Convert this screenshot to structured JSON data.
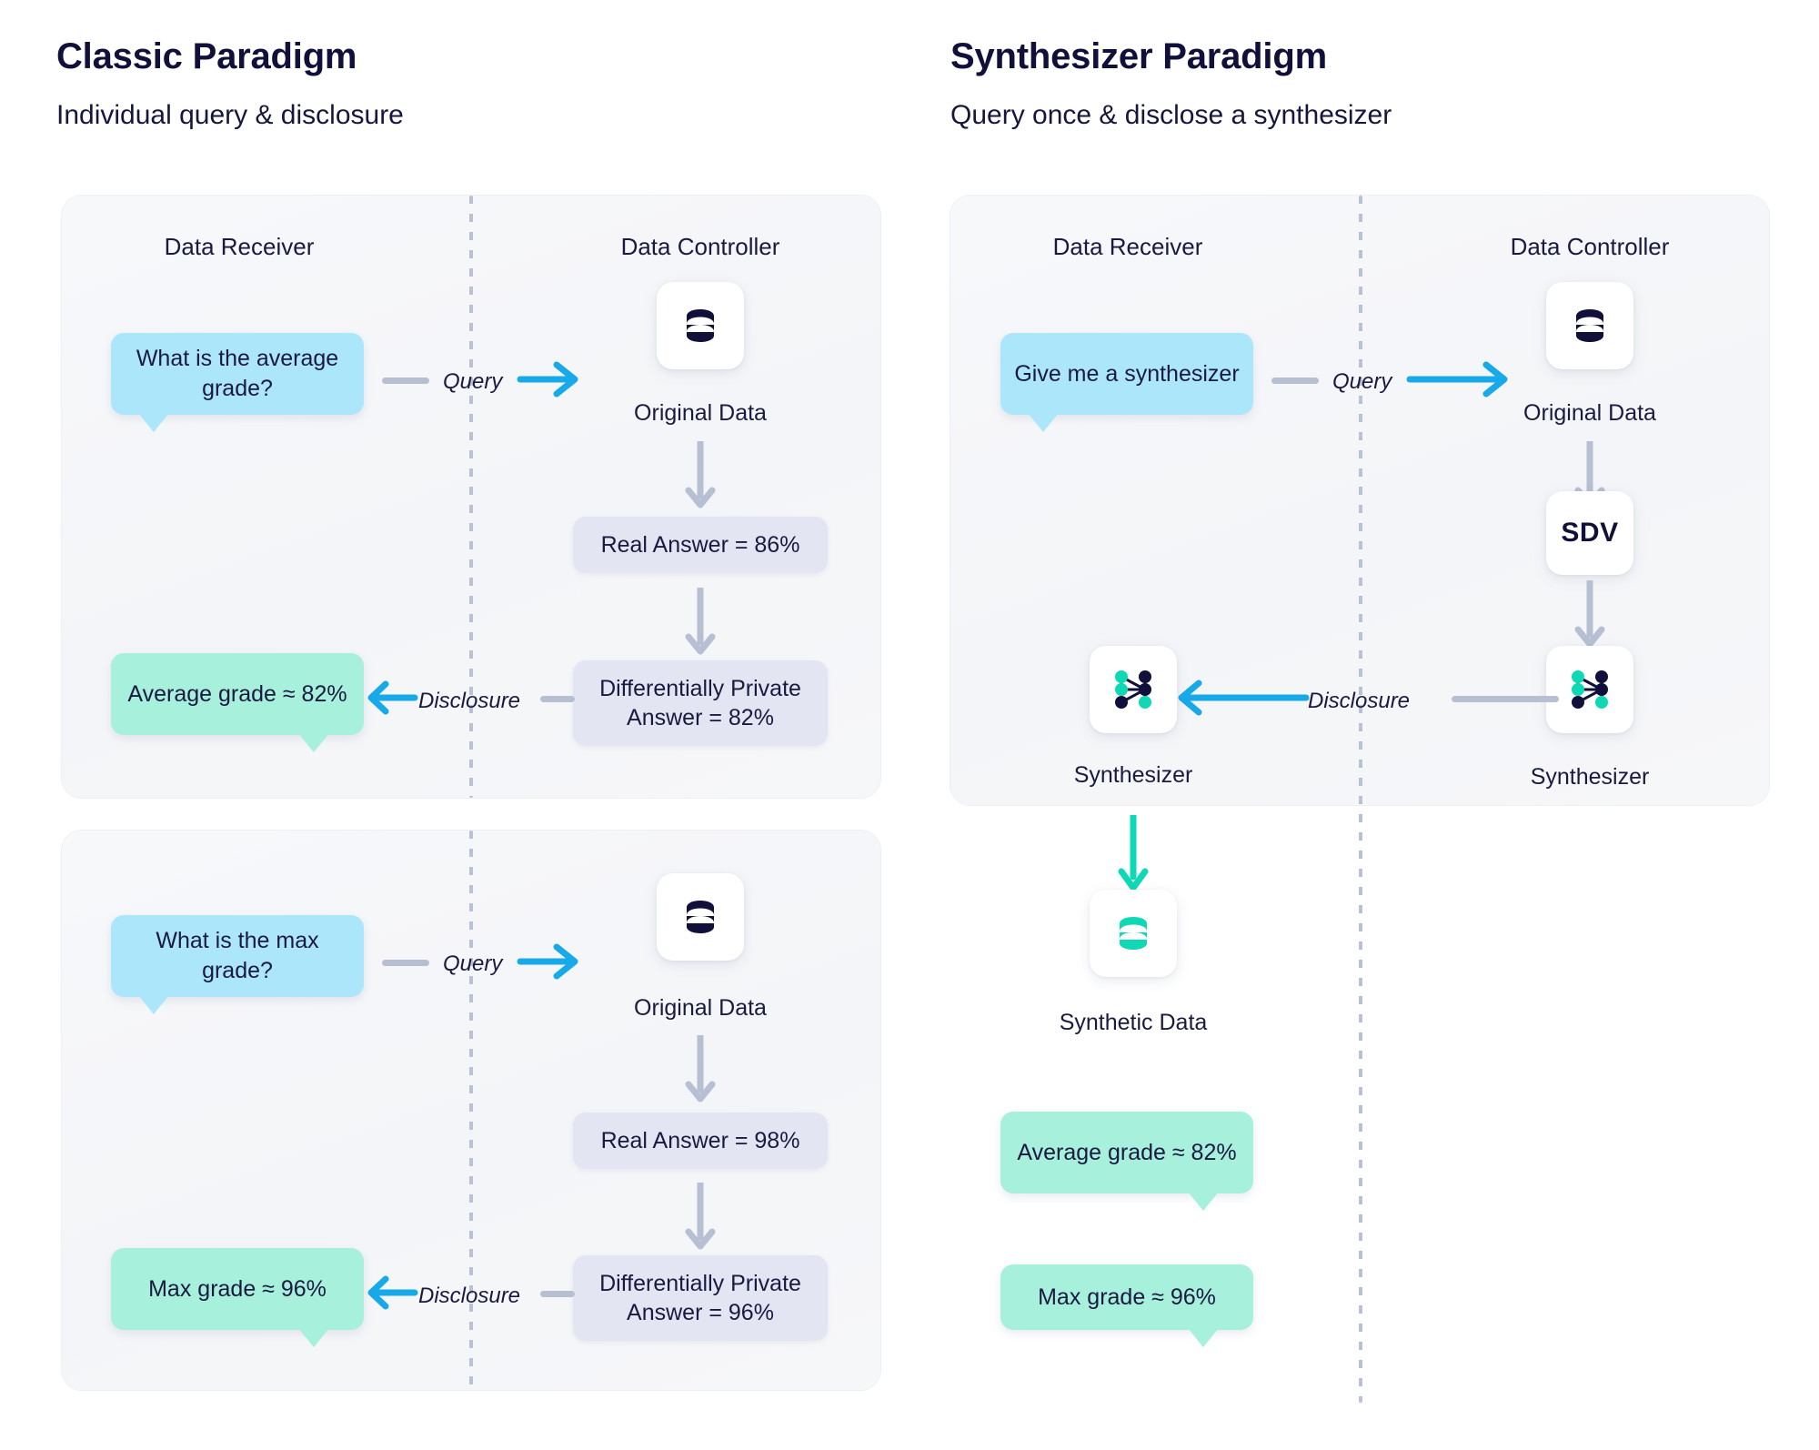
{
  "columns": [
    {
      "title": "Classic Paradigm",
      "subtitle": "Individual query & disclosure"
    },
    {
      "title": "Synthesizer Paradigm",
      "subtitle": "Query once & disclose a synthesizer"
    }
  ],
  "roles": {
    "receiver": "Data Receiver",
    "controller": "Data Controller"
  },
  "flow_labels": {
    "query": "Query",
    "disclosure": "Disclosure"
  },
  "icons": {
    "database": "database-icon",
    "graph": "graph-nodes-icon",
    "sdv": "SDV"
  },
  "classic": {
    "panel1": {
      "question": "What is the average grade?",
      "original_data": "Original Data",
      "real_answer": "Real Answer = 86%",
      "dp_answer": "Differentially Private Answer = 82%",
      "result": "Average grade ≈ 82%"
    },
    "panel2": {
      "question": "What is the max grade?",
      "original_data": "Original Data",
      "real_answer": "Real Answer = 98%",
      "dp_answer": "Differentially Private Answer = 96%",
      "result": "Max grade ≈ 96%"
    }
  },
  "synthesizer": {
    "question": "Give me a synthesizer",
    "original_data": "Original Data",
    "sdv": "SDV",
    "synthesizer_controller": "Synthesizer",
    "synthesizer_receiver": "Synthesizer",
    "synthetic_data": "Synthetic  Data",
    "results": [
      "Average grade ≈ 82%",
      "Max grade ≈ 96%"
    ]
  },
  "colors": {
    "accent_blue": "#17a9e8",
    "bubble_blue": "#ace6fb",
    "bubble_green": "#a6f0dc",
    "answer_lavender": "#e3e5f2",
    "ink": "#1a1a40",
    "teal": "#0fd9b5",
    "grey_arrow": "#b7c0d2",
    "panel_bg": "#f5f6f9"
  }
}
